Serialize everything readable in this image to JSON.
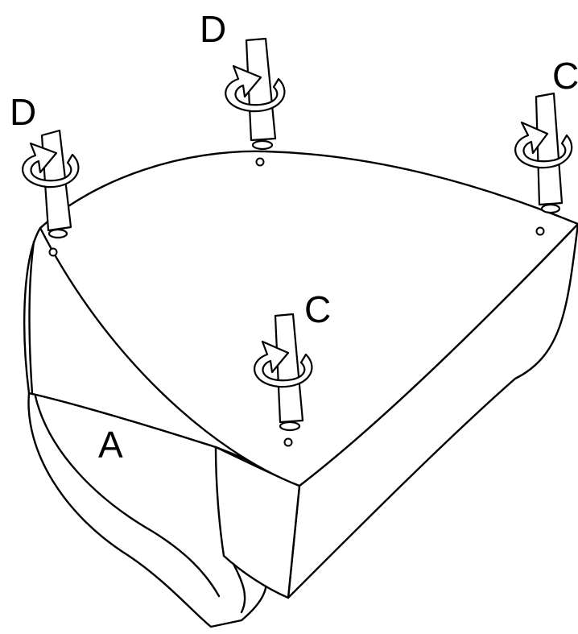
{
  "labels": {
    "part_a": "A",
    "leg_d_top": "D",
    "leg_d_left": "D",
    "leg_c_right": "C",
    "leg_c_center": "C"
  },
  "icons": {
    "rotate_arrow": "rotate-arrow-icon",
    "screw_hole": "screw-hole-icon"
  }
}
